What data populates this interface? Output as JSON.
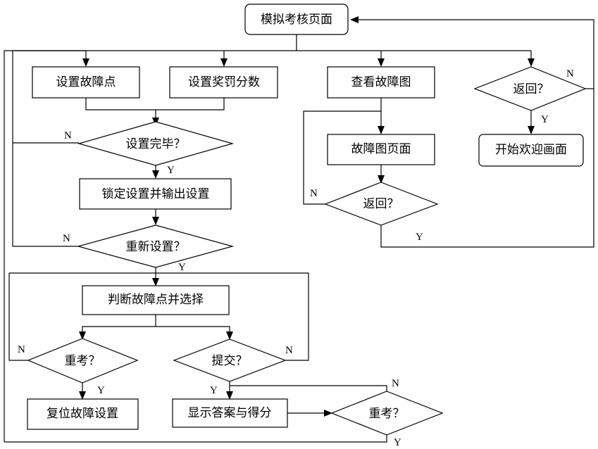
{
  "nodes": {
    "n_sim": "模拟考核页面",
    "n_set_fault": "设置故障点",
    "n_set_reward": "设置奖罚分数",
    "n_view_fault": "查看故障图",
    "n_fault_page": "故障图页面",
    "n_return_top": "返回？",
    "n_return_mid": "返回？",
    "n_start_welcome": "开始欢迎画面",
    "n_set_done": "设置完毕？",
    "n_lock_output": "锁定设置并输出设置",
    "n_reset": "重新设置？",
    "n_judge": "判断故障点并选择",
    "n_retest_left": "重考？",
    "n_submit": "提交？",
    "n_reset_fault": "复位故障设置",
    "n_show_answer": "显示答案与得分",
    "n_retest_right": "重考？"
  },
  "labels": {
    "return_top_no": "N",
    "return_top_yes": "Y",
    "return_mid_no": "N",
    "return_mid_yes": "Y",
    "set_done_no": "N",
    "set_done_yes": "Y",
    "reset_no": "N",
    "reset_yes": "Y",
    "retest_left_no": "N",
    "retest_left_yes": "Y",
    "submit_no": "N",
    "submit_yes": "Y",
    "retest_right_no": "N",
    "retest_right_yes": "Y"
  }
}
